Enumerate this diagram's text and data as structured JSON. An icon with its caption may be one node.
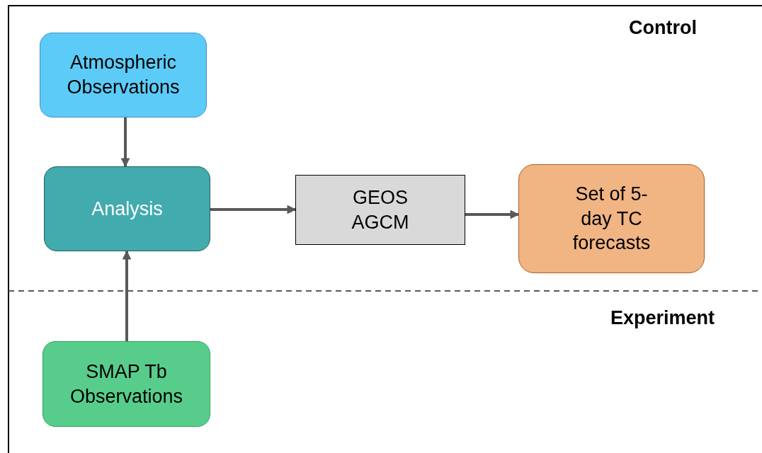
{
  "diagram": {
    "nodes": [
      {
        "text": [
          "Atmospheric Observations"
        ]
      },
      {
        "text": [
          "Analysis"
        ]
      },
      {
        "text": [
          "GEOS AGCM"
        ]
      },
      {
        "text": [
          "Set of 5-day TC forecasts"
        ]
      },
      {
        "text": [
          "SMAP Tb Observations"
        ]
      }
    ],
    "edges": [
      {
        "from": 0,
        "to": 1,
        "arrow": "to"
      },
      {
        "from": 4,
        "to": 1,
        "arrow": "to"
      },
      {
        "from": 1,
        "to": 2,
        "arrow": "to"
      },
      {
        "from": 2,
        "to": 3,
        "arrow": "to"
      }
    ],
    "labels": [
      "Control",
      "Experiment"
    ]
  }
}
